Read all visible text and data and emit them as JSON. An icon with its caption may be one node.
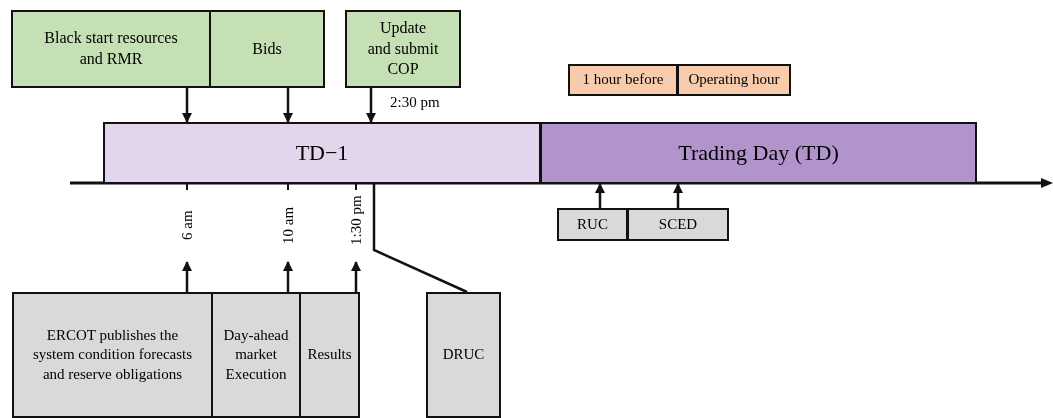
{
  "diagram": {
    "nodes": [
      {
        "text": [
          "Black start resources and RMR"
        ]
      },
      {
        "text": [
          "Bids"
        ]
      },
      {
        "text": [
          "Update and submit COP"
        ]
      },
      {
        "text": [
          "1 hour before"
        ]
      },
      {
        "text": [
          "Operating hour"
        ]
      },
      {
        "text": [
          "TD−1"
        ]
      },
      {
        "text": [
          "Trading Day (TD)"
        ]
      },
      {
        "text": [
          "RUC"
        ]
      },
      {
        "text": [
          "SCED"
        ]
      },
      {
        "text": [
          "ERCOT publishes the system condition forecasts and reserve obligations"
        ]
      },
      {
        "text": [
          "Day-ahead market Execution"
        ]
      },
      {
        "text": [
          "Results"
        ]
      },
      {
        "text": [
          "DRUC"
        ]
      }
    ],
    "edges": [
      {
        "from": 0,
        "to": 5,
        "arrow": "to"
      },
      {
        "from": 1,
        "to": 5,
        "arrow": "to"
      },
      {
        "from": 2,
        "to": 5,
        "arrow": "to",
        "label": "2:30 pm"
      },
      {
        "from": 9,
        "to": null,
        "arrow": "to",
        "label": "6 am"
      },
      {
        "from": 10,
        "to": null,
        "arrow": "to",
        "label": "10 am"
      },
      {
        "from": 11,
        "to": null,
        "arrow": "to",
        "label": "1:30 pm"
      },
      {
        "from": 12,
        "to": 5,
        "arrow": "none"
      },
      {
        "from": 7,
        "to": 6,
        "arrow": "to"
      },
      {
        "from": 8,
        "to": 6,
        "arrow": "to"
      }
    ]
  }
}
